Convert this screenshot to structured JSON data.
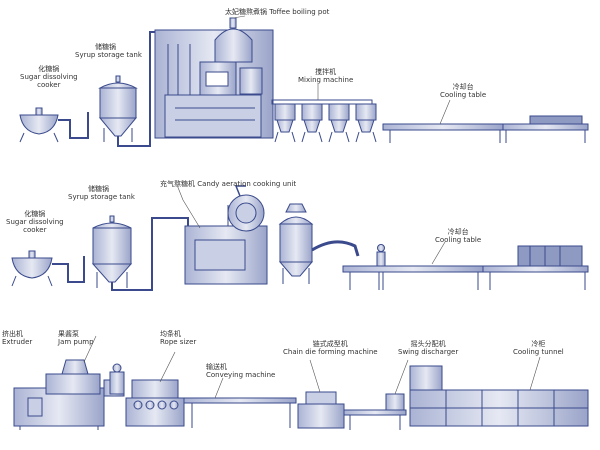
{
  "row1": {
    "sugar_cooker": {
      "zh": "化糖锅",
      "en": "Sugar dissolving",
      "en2": "cooker"
    },
    "syrup_tank": {
      "zh": "储糖锅",
      "en": "Syrup storage tank"
    },
    "toffee_pot": {
      "zh": "太妃糖熬煮锅",
      "en": "Toffee boiling pot"
    },
    "mixing_machine": {
      "zh": "搅拌机",
      "en": "Mixing machine"
    },
    "cooling_table": {
      "zh": "冷却台",
      "en": "Cooling table"
    }
  },
  "row2": {
    "sugar_cooker": {
      "zh": "化糖锅",
      "en": "Sugar dissolving",
      "en2": "cooker"
    },
    "syrup_tank": {
      "zh": "储糖锅",
      "en": "Syrup storage tank"
    },
    "aeration_unit": {
      "zh": "充气熬糖机",
      "en": "Candy aeration cooking unit"
    },
    "cooling_table": {
      "zh": "冷却台",
      "en": "Cooling table"
    }
  },
  "row3": {
    "extruder": {
      "zh": "挤出机",
      "en": "Extruder"
    },
    "jam_pump": {
      "zh": "果酱泵",
      "en": "Jam pump"
    },
    "rope_sizer": {
      "zh": "均条机",
      "en": "Rope sizer"
    },
    "conveying_machine": {
      "zh": "输送机",
      "en": "Conveying machine"
    },
    "chain_die": {
      "zh": "链式成型机",
      "en": "Chain die forming machine"
    },
    "swing_discharger": {
      "zh": "摇头分配机",
      "en": "Swing discharger"
    },
    "cooling_tunnel": {
      "zh": "冷柜",
      "en": "Cooling tunnel"
    }
  },
  "colors": {
    "line": "#3a4a8c",
    "fill": "#c9d0e6",
    "fill_dark": "#8e9ac2",
    "label": "#333333"
  }
}
